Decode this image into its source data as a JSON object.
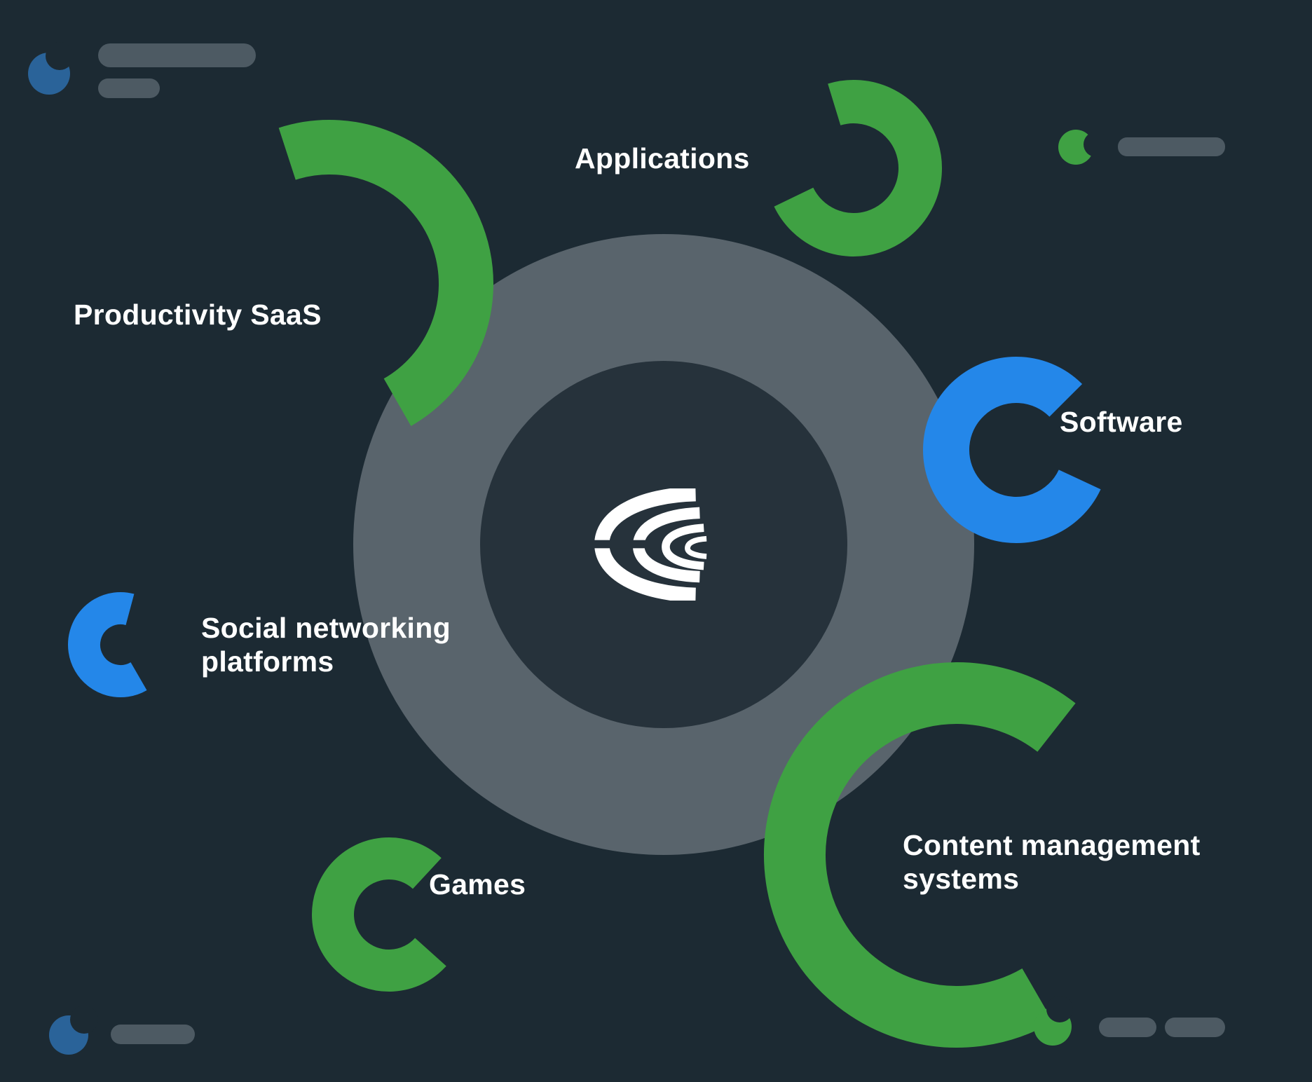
{
  "diagram": {
    "center": {
      "logo_icon": "acquia-swirl-logo"
    },
    "nodes": [
      {
        "id": "applications",
        "label": "Applications",
        "color": "green"
      },
      {
        "id": "productivity-saas",
        "label": "Productivity SaaS",
        "color": "green"
      },
      {
        "id": "software",
        "label": "Software",
        "color": "blue"
      },
      {
        "id": "social-networking-platforms",
        "label": "Social networking platforms",
        "color": "blue"
      },
      {
        "id": "games",
        "label": "Games",
        "color": "green"
      },
      {
        "id": "content-management-systems",
        "label": "Content management systems",
        "color": "green"
      }
    ],
    "decorations": {
      "top_left": {
        "icon": "pac-blue-icon",
        "bars": 2
      },
      "top_right": {
        "icon": "pac-green-icon",
        "bars": 1
      },
      "bottom_left": {
        "icon": "pac-blue-icon",
        "bars": 1
      },
      "bottom_right": {
        "icon": "pac-green-icon",
        "bars": 2
      }
    }
  },
  "colors": {
    "background": "#1C2A33",
    "ring": "#59646C",
    "inner": "#26323B",
    "green": "#3FA143",
    "blue": "#2487E9",
    "corner_blue": "#2A6399",
    "bar_gray": "#4D5A63",
    "text": "#FFFFFF",
    "logo": "#FFFFFF"
  }
}
